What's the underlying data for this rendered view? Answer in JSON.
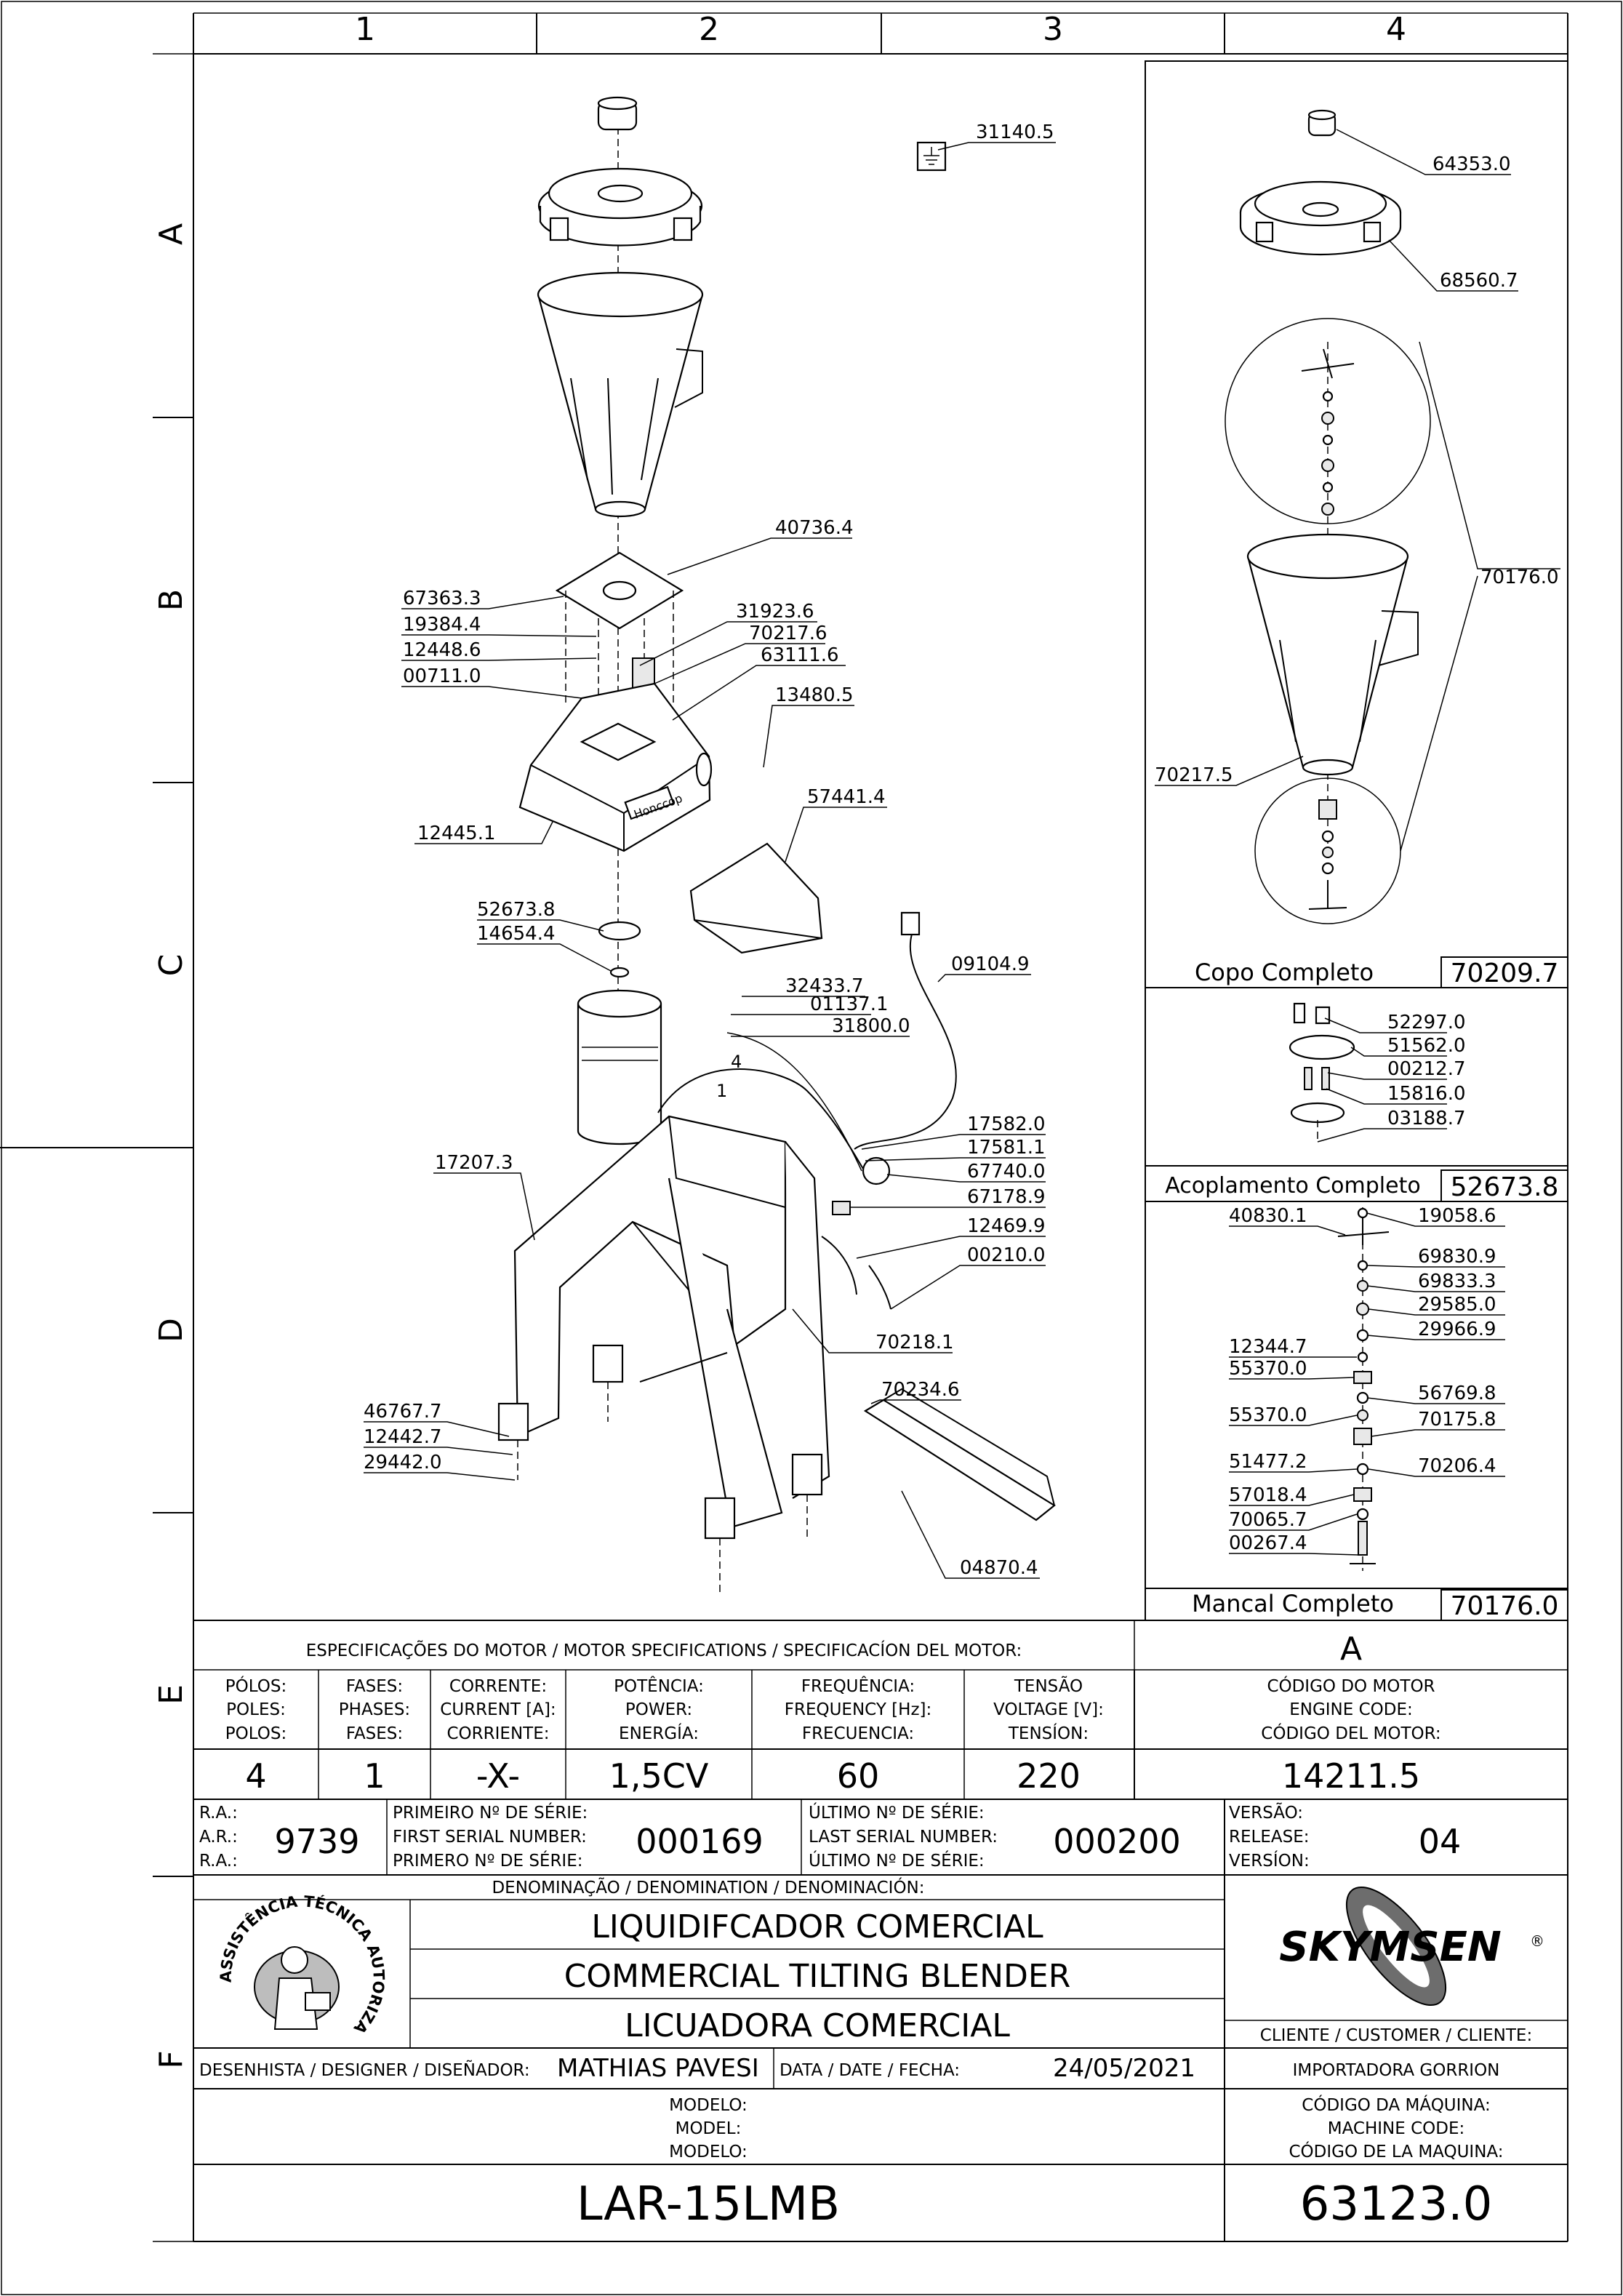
{
  "grid": {
    "columns": [
      "1",
      "2",
      "3",
      "4"
    ],
    "rows": [
      "A",
      "B",
      "C",
      "D",
      "E",
      "F"
    ]
  },
  "exploded_view": {
    "labels": [
      "31140.5",
      "40736.4",
      "67363.3",
      "19384.4",
      "12448.6",
      "00711.0",
      "31923.6",
      "70217.6",
      "63111.6",
      "13480.5",
      "57441.4",
      "12445.1",
      "52673.8",
      "14654.4",
      "32433.7",
      "01137.1",
      "31800.0",
      "09104.9",
      "17582.0",
      "17581.1",
      "67740.0",
      "67178.9",
      "12469.9",
      "00210.0",
      "17207.3",
      "70218.1",
      "70234.6",
      "46767.7",
      "12442.7",
      "29442.0",
      "04870.4"
    ],
    "brand_plate": "Honccop",
    "wire_markers": [
      "4",
      "1"
    ]
  },
  "copo_completo": {
    "labels": [
      "64353.0",
      "68560.7",
      "70176.0",
      "70217.5"
    ],
    "title": "Copo  Completo",
    "code": "70209.7"
  },
  "acoplamento_completo": {
    "labels": [
      "52297.0",
      "51562.0",
      "00212.7",
      "15816.0",
      "03188.7"
    ],
    "title": "Acoplamento  Completo",
    "code": "52673.8"
  },
  "mancal_completo": {
    "labels": [
      "40830.1",
      "19058.6",
      "69830.9",
      "69833.3",
      "29585.0",
      "29966.9",
      "12344.7",
      "55370.0",
      "56769.8",
      "55370.0",
      "70175.8",
      "51477.2",
      "70206.4",
      "57018.4",
      "70065.7",
      "00267.4"
    ],
    "title": "Mancal  Completo",
    "code": "70176.0"
  },
  "motor_specs": {
    "title": "ESPECIFICAÇÕES DO MOTOR / MOTOR SPECIFICATIONS / SPECIFICACÍON DEL MOTOR:",
    "variant": "A",
    "columns": [
      {
        "h1": "PÓLOS:",
        "h2": "POLES:",
        "h3": "POLOS:",
        "value": "4"
      },
      {
        "h1": "FASES:",
        "h2": "PHASES:",
        "h3": "FASES:",
        "value": "1"
      },
      {
        "h1": "CORRENTE:",
        "h2": "CURRENT [A]:",
        "h3": "CORRIENTE:",
        "value": "-X-"
      },
      {
        "h1": "POTÊNCIA:",
        "h2": "POWER:",
        "h3": "ENERGÍA:",
        "value": "1,5CV"
      },
      {
        "h1": "FREQUÊNCIA:",
        "h2": "FREQUENCY [Hz]:",
        "h3": "FRECUENCIA:",
        "value": "60"
      },
      {
        "h1": "TENSÃO",
        "h2": "VOLTAGE [V]:",
        "h3": "TENSÍON:",
        "value": "220"
      }
    ],
    "engine_code_h1": "CÓDIGO DO MOTOR",
    "engine_code_h2": "ENGINE CODE:",
    "engine_code_h3": "CÓDIGO DEL MOTOR:",
    "engine_code_value": "14211.5"
  },
  "serials": {
    "ra1": "R.A.:",
    "ra2": "A.R.:",
    "ra3": "R.A.:",
    "ra_value": "9739",
    "first1": "PRIMEIRO Nº DE SÉRIE:",
    "first2": "FIRST SERIAL NUMBER:",
    "first3": "PRIMERO Nº DE SÉRIE:",
    "first_value": "000169",
    "last1": "ÚLTIMO Nº DE SÉRIE:",
    "last2": "LAST SERIAL NUMBER:",
    "last3": "ÚLTIMO Nº DE SÉRIE:",
    "last_value": "000200",
    "ver1": "VERSÃO:",
    "ver2": "RELEASE:",
    "ver3": "VERSÍON:",
    "ver_value": "04"
  },
  "denomination": {
    "header": "DENOMINAÇÃO / DENOMINATION / DENOMINACIÓN:",
    "pt": "LIQUIDIFCADOR COMERCIAL",
    "en": "COMMERCIAL TILTING BLENDER",
    "es": "LICUADORA COMERCIAL"
  },
  "seal": {
    "text": "ASSISTÊNCIA TÉCNICA AUTORIZADA"
  },
  "brand": {
    "name": "SKYMSEN",
    "mark": "®"
  },
  "customer": {
    "header": "CLIENTE / CUSTOMER / CLIENTE:",
    "name": "IMPORTADORA GORRION"
  },
  "designer": {
    "label": "DESENHISTA / DESIGNER / DISEÑADOR:",
    "name": "MATHIAS PAVESI",
    "date_label": "DATA / DATE / FECHA:",
    "date": "24/05/2021"
  },
  "model": {
    "h1": "MODELO:",
    "h2": "MODEL:",
    "h3": "MODELO:",
    "value": "LAR-15LMB"
  },
  "machine_code": {
    "h1": "CÓDIGO DA MÁQUINA:",
    "h2": "MACHINE CODE:",
    "h3": "CÓDIGO DE LA MAQUINA:",
    "value": "63123.0"
  }
}
